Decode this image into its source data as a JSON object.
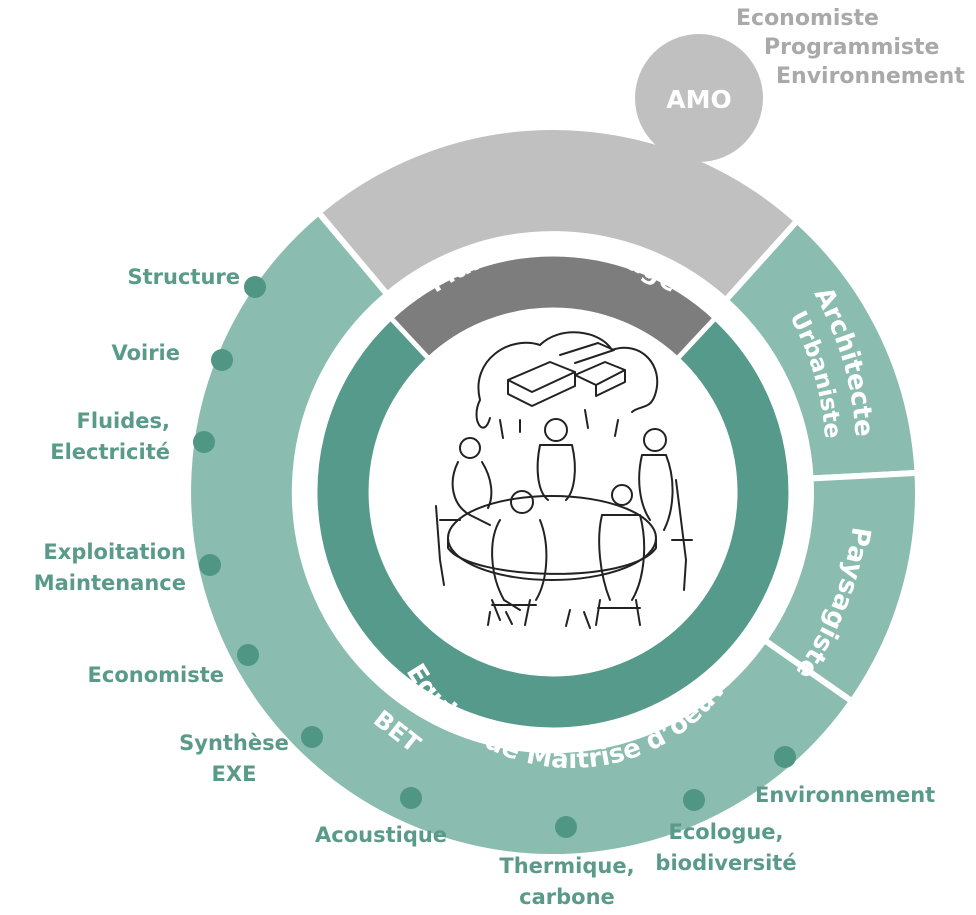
{
  "center": {
    "owner": "Maître d’ouvrage",
    "team": "Equipe de Maîtrise d’oeuvre"
  },
  "segments": {
    "architect_line1": "Architecte",
    "architect_line2": "Urbaniste",
    "landscape": "Paysagiste",
    "bet": "BET",
    "amo": "AMO"
  },
  "amo_roles": [
    "Economiste",
    "Programmiste",
    "Environnement"
  ],
  "bet_roles": [
    {
      "lines": [
        "Structure"
      ]
    },
    {
      "lines": [
        "Voirie"
      ]
    },
    {
      "lines": [
        "Fluides,",
        "Electricité"
      ]
    },
    {
      "lines": [
        "Exploitation",
        "Maintenance"
      ]
    },
    {
      "lines": [
        "Economiste"
      ]
    },
    {
      "lines": [
        "Synthèse",
        "EXE"
      ]
    },
    {
      "lines": [
        "Acoustique"
      ]
    },
    {
      "lines": [
        "Thermique,",
        "carbone"
      ]
    },
    {
      "lines": [
        "Ecologue,",
        "biodiversité"
      ]
    },
    {
      "lines": [
        "Environnement"
      ]
    }
  ],
  "colors": {
    "grey": "#c0c0c0",
    "dark_grey": "#7d7d7d",
    "teal_light": "#8abcb0",
    "teal_dark": "#559a8a",
    "dot": "#4f9685",
    "label_teal": "#5a9a8a",
    "label_grey": "#a9a9a9"
  }
}
